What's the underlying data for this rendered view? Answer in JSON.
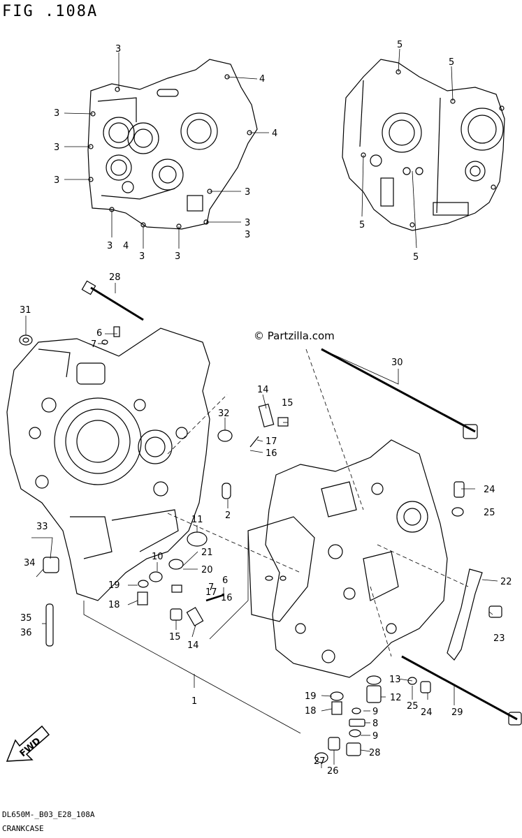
{
  "figure_title": "FIG .108A",
  "drawing_code": "DL650M-_B03_E28_108A",
  "caption": "CRANKCASE",
  "watermark": "© Partzilla.com",
  "fwd_label": "FWD",
  "callouts": [
    {
      "id": "c1",
      "text": "3"
    },
    {
      "id": "c2",
      "text": "4"
    },
    {
      "id": "c3",
      "text": "3"
    },
    {
      "id": "c4",
      "text": "4"
    },
    {
      "id": "c5",
      "text": "3"
    },
    {
      "id": "c6",
      "text": "3"
    },
    {
      "id": "c7",
      "text": "3"
    },
    {
      "id": "c8",
      "text": "3"
    },
    {
      "id": "c9",
      "text": "3"
    },
    {
      "id": "c10",
      "text": "3"
    },
    {
      "id": "c11",
      "text": "4"
    },
    {
      "id": "c12",
      "text": "3"
    },
    {
      "id": "c13",
      "text": "3"
    },
    {
      "id": "c14",
      "text": "5"
    },
    {
      "id": "c15",
      "text": "5"
    },
    {
      "id": "c16",
      "text": "5"
    },
    {
      "id": "c17",
      "text": "5"
    },
    {
      "id": "c18",
      "text": "28"
    },
    {
      "id": "c19",
      "text": "31"
    },
    {
      "id": "c20",
      "text": "6"
    },
    {
      "id": "c21",
      "text": "7"
    },
    {
      "id": "c22",
      "text": "30"
    },
    {
      "id": "c23",
      "text": "14"
    },
    {
      "id": "c24",
      "text": "15"
    },
    {
      "id": "c25",
      "text": "32"
    },
    {
      "id": "c26",
      "text": "17"
    },
    {
      "id": "c27",
      "text": "16"
    },
    {
      "id": "c28",
      "text": "24"
    },
    {
      "id": "c29",
      "text": "25"
    },
    {
      "id": "c30",
      "text": "2"
    },
    {
      "id": "c31",
      "text": "11"
    },
    {
      "id": "c32",
      "text": "33"
    },
    {
      "id": "c33",
      "text": "21"
    },
    {
      "id": "c34",
      "text": "10"
    },
    {
      "id": "c35",
      "text": "20"
    },
    {
      "id": "c36",
      "text": "34"
    },
    {
      "id": "c37",
      "text": "6"
    },
    {
      "id": "c38",
      "text": "7"
    },
    {
      "id": "c39",
      "text": "22"
    },
    {
      "id": "c40",
      "text": "19"
    },
    {
      "id": "c41",
      "text": "17"
    },
    {
      "id": "c42",
      "text": "16"
    },
    {
      "id": "c43",
      "text": "18"
    },
    {
      "id": "c44",
      "text": "35"
    },
    {
      "id": "c45",
      "text": "36"
    },
    {
      "id": "c46",
      "text": "15"
    },
    {
      "id": "c47",
      "text": "14"
    },
    {
      "id": "c48",
      "text": "23"
    },
    {
      "id": "c49",
      "text": "1"
    },
    {
      "id": "c50",
      "text": "13"
    },
    {
      "id": "c51",
      "text": "19"
    },
    {
      "id": "c52",
      "text": "12"
    },
    {
      "id": "c53",
      "text": "25"
    },
    {
      "id": "c54",
      "text": "24"
    },
    {
      "id": "c55",
      "text": "29"
    },
    {
      "id": "c56",
      "text": "18"
    },
    {
      "id": "c57",
      "text": "9"
    },
    {
      "id": "c58",
      "text": "8"
    },
    {
      "id": "c59",
      "text": "9"
    },
    {
      "id": "c60",
      "text": "27"
    },
    {
      "id": "c61",
      "text": "28"
    },
    {
      "id": "c62",
      "text": "26"
    }
  ]
}
